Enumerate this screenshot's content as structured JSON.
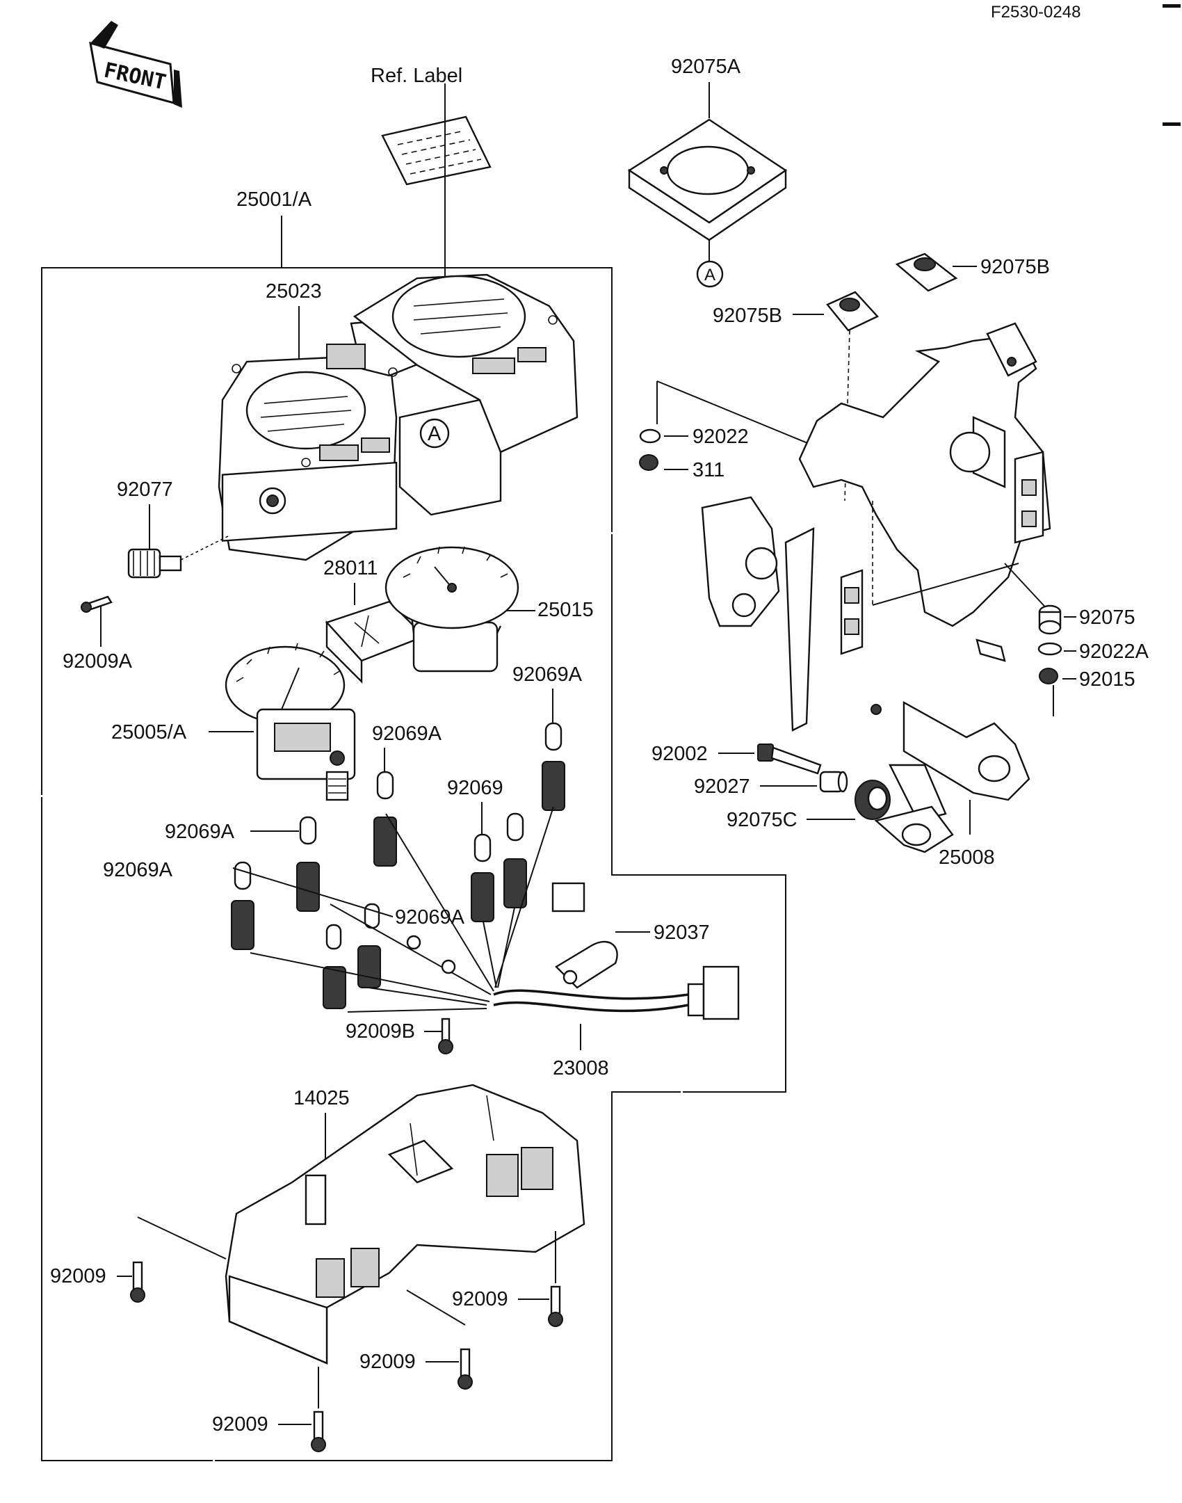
{
  "header": {
    "figure_code": "F2530-0248",
    "front_label": "FRONT"
  },
  "labels": {
    "ref_label": "Ref. Label",
    "p25001A": "25001/A",
    "p25023": "25023",
    "p92077": "92077",
    "p92009A": "92009A",
    "p28011": "28011",
    "p25015": "25015",
    "p25005A": "25005/A",
    "p92069A_1": "92069A",
    "p92069A_2": "92069A",
    "p92069": "92069",
    "p92069A_3": "92069A",
    "p92069A_4": "92069A",
    "p92009B": "92009B",
    "p23008": "23008",
    "p92037": "92037",
    "p14025": "14025",
    "p92009_1": "92009",
    "p92009_2": "92009",
    "p92009_3": "92009",
    "p92009_4": "92009",
    "p92075A": "92075A",
    "ref_A": "A",
    "p92075B_1": "92075B",
    "p92075B_2": "92075B",
    "p92022": "92022",
    "p311": "311",
    "p92075": "92075",
    "p92022A": "92022A",
    "p92015": "92015",
    "p92002": "92002",
    "p92027": "92027",
    "p92075C": "92075C",
    "p25008": "25008",
    "meter_A": "A"
  }
}
